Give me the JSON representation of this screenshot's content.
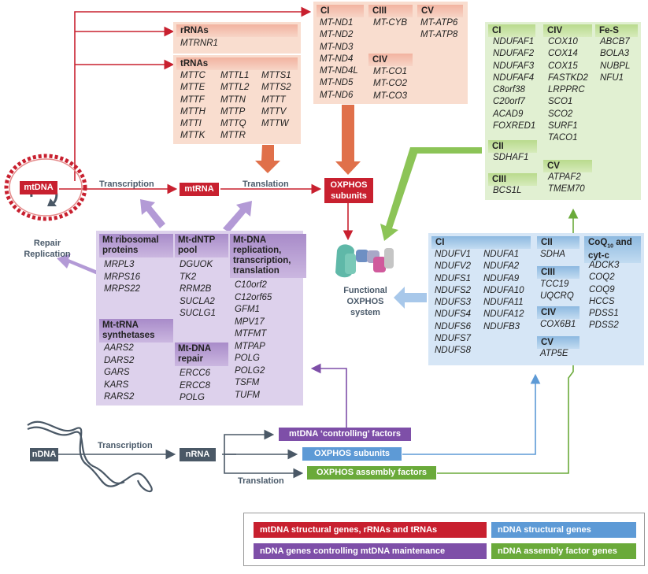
{
  "rrnas": {
    "title": "rRNAs",
    "genes": [
      "MTRNR1"
    ]
  },
  "trnas": {
    "title": "tRNAs",
    "col1": [
      "MTTC",
      "MTTE",
      "MTTF",
      "MTTH",
      "MTTI",
      "MTTK"
    ],
    "col2": [
      "MTTL1",
      "MTTL2",
      "MTTN",
      "MTTP",
      "MTTQ",
      "MTTR"
    ],
    "col3": [
      "MTTS1",
      "MTTS2",
      "MTTT",
      "MTTV",
      "MTTW"
    ]
  },
  "mt_structural": {
    "ci": {
      "title": "CI",
      "genes": [
        "MT-ND1",
        "MT-ND2",
        "MT-ND3",
        "MT-ND4",
        "MT-ND4L",
        "MT-ND5",
        "MT-ND6"
      ]
    },
    "ciii": {
      "title": "CIII",
      "genes": [
        "MT-CYB"
      ]
    },
    "civ": {
      "title": "CIV",
      "genes": [
        "MT-CO1",
        "MT-CO2",
        "MT-CO3"
      ]
    },
    "cv": {
      "title": "CV",
      "genes": [
        "MT-ATP6",
        "MT-ATP8"
      ]
    }
  },
  "assembly": {
    "ci": {
      "title": "CI",
      "genes": [
        "NDUFAF1",
        "NDUFAF2",
        "NDUFAF3",
        "NDUFAF4",
        "C8orf38",
        "C20orf7",
        "ACAD9",
        "FOXRED1"
      ]
    },
    "civ": {
      "title": "CIV",
      "genes": [
        "COX10",
        "COX14",
        "COX15",
        "FASTKD2",
        "LRPPRC",
        "SCO1",
        "SCO2",
        "SURF1",
        "TACO1"
      ]
    },
    "fes": {
      "title": "Fe-S",
      "genes": [
        "ABCB7",
        "BOLA3",
        "NUBPL",
        "NFU1"
      ]
    },
    "cii": {
      "title": "CII",
      "genes": [
        "SDHAF1"
      ]
    },
    "ciii": {
      "title": "CIII",
      "genes": [
        "BCS1L"
      ]
    },
    "cv": {
      "title": "CV",
      "genes": [
        "ATPAF2",
        "TMEM70"
      ]
    }
  },
  "nuclear_structural": {
    "ci": {
      "title": "CI",
      "col1": [
        "NDUFV1",
        "NDUFV2",
        "NDUFS1",
        "NDUFS2",
        "NDUFS3",
        "NDUFS4",
        "NDUFS6",
        "NDUFS7",
        "NDUFS8"
      ],
      "col2": [
        "NDUFA1",
        "NDUFA2",
        "NDUFA9",
        "NDUFA10",
        "NDUFA11",
        "NDUFA12",
        "NDUFB3"
      ]
    },
    "cii": {
      "title": "CII",
      "genes": [
        "SDHA"
      ]
    },
    "ciii": {
      "title": "CIII",
      "genes": [
        "TCC19",
        "UQCRQ"
      ]
    },
    "civ": {
      "title": "CIV",
      "genes": [
        "COX6B1"
      ]
    },
    "cv": {
      "title": "CV",
      "genes": [
        "ATP5E"
      ]
    },
    "coq": {
      "title_main": "CoQ",
      "title_sub": "10",
      "title_rest": " and",
      "title_line2": "cyt-c",
      "genes": [
        "ADCK3",
        "COQ2",
        "COQ9",
        "HCCS",
        "PDSS1",
        "PDSS2"
      ]
    }
  },
  "maintenance": {
    "ribo": {
      "title": "Mt ribosomal proteins",
      "genes": [
        "MRPL3",
        "MRPS16",
        "MRPS22"
      ]
    },
    "dntp": {
      "title": "Mt-dNTP pool",
      "genes": [
        "DGUOK",
        "TK2",
        "RRM2B",
        "SUCLA2",
        "SUCLG1"
      ]
    },
    "rep": {
      "title": "Mt-DNA replication, transcription, translation",
      "genes": [
        "C10orf2",
        "C12orf65",
        "GFM1",
        "MPV17",
        "MTFMT",
        "MTPAP",
        "POLG",
        "POLG2",
        "TSFM",
        "TUFM"
      ]
    },
    "trna_synth": {
      "title": "Mt-tRNA synthetases",
      "genes": [
        "AARS2",
        "DARS2",
        "GARS",
        "KARS",
        "RARS2"
      ]
    },
    "repair": {
      "title": "Mt-DNA repair",
      "genes": [
        "ERCC6",
        "ERCC8",
        "POLG"
      ]
    }
  },
  "flow": {
    "mtdna": "mtDNA",
    "mtrna": "mtRNA",
    "transcription": "Transcription",
    "translation": "Translation",
    "oxphos_subunits": "OXPHOS subunits",
    "functional": "Functional OXPHOS system",
    "repair_replication": "Repair Replication",
    "ndna": "nDNA",
    "nrna": "nRNA",
    "n_transcription": "Transcription",
    "n_translation": "Translation",
    "controlling": "mtDNA ‘controlling’ factors",
    "n_oxphos_subunits": "OXPHOS subunits",
    "n_assembly": "OXPHOS assembly factors"
  },
  "legend": [
    {
      "label": "mtDNA structural genes, rRNAs and tRNAs",
      "color": "#c8202f"
    },
    {
      "label": "nDNA structural genes",
      "color": "#5d9ad6"
    },
    {
      "label": "nDNA genes controlling mtDNA maintenance",
      "color": "#7e4fa8"
    },
    {
      "label": "nDNA assembly factor genes",
      "color": "#6aaa3a"
    }
  ],
  "colors": {
    "red": "#c8202f",
    "blue": "#5d9ad6",
    "purple": "#7e4fa8",
    "green": "#6aaa3a",
    "grey": "#4a5866"
  }
}
